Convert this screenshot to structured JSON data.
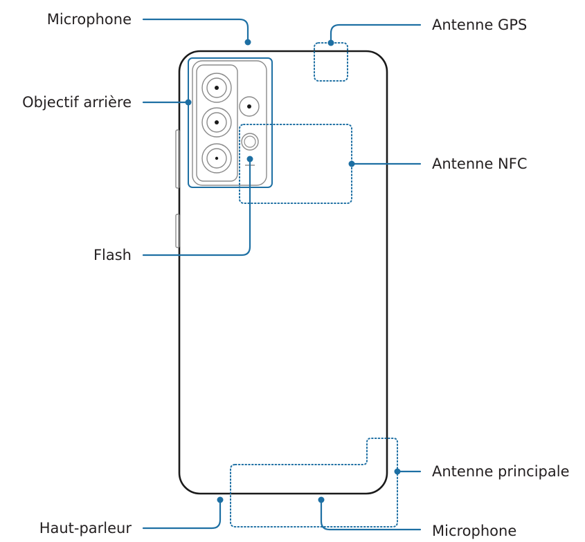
{
  "colors": {
    "callout": "#1d6fa3",
    "device": "#1a1a1a",
    "text": "#231f20"
  },
  "labels": {
    "microphone_top": "Microphone",
    "rear_camera": "Objectif arrière",
    "flash": "Flash",
    "speaker": "Haut-parleur",
    "gps_antenna": "Antenne GPS",
    "nfc_antenna": "Antenne NFC",
    "main_antenna": "Antenne principale",
    "microphone_bottom": "Microphone"
  }
}
